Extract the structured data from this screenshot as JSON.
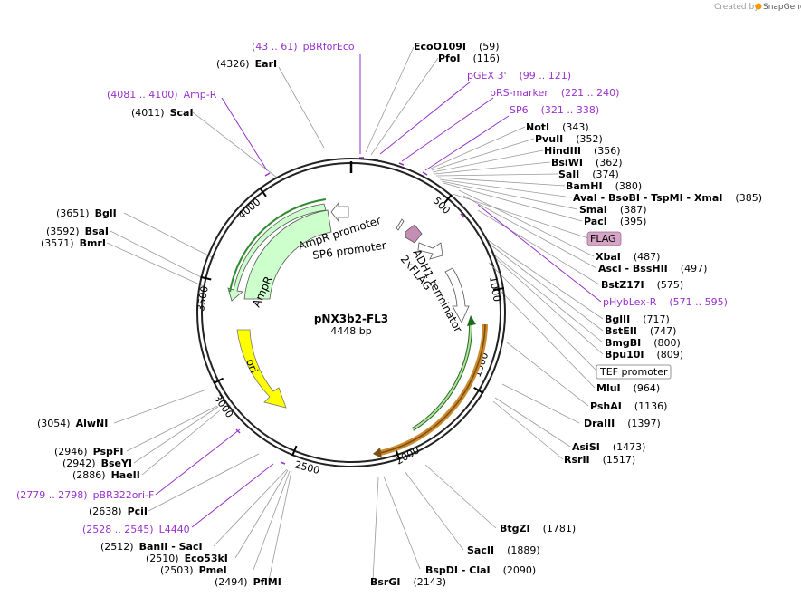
{
  "credit": {
    "prefix": "Created by",
    "brand": "SnapGene"
  },
  "plasmid": {
    "name": "pNX3b2-FL3",
    "size": "4448 bp",
    "total": 4448
  },
  "ticks": [
    "500",
    "1000",
    "1500",
    "2000",
    "2500",
    "3000",
    "3500",
    "4000"
  ],
  "enzymes": [
    {
      "name": "EarI",
      "pos": "(4326)"
    },
    {
      "name": "EcoO109I",
      "pos": "(59)"
    },
    {
      "name": "PfoI",
      "pos": "(116)"
    },
    {
      "name": "ScaI",
      "pos": "(4011)"
    },
    {
      "name": "NotI",
      "pos": "(343)"
    },
    {
      "name": "PvuII",
      "pos": "(352)"
    },
    {
      "name": "HindIII",
      "pos": "(356)"
    },
    {
      "name": "BsiWI",
      "pos": "(362)"
    },
    {
      "name": "SalI",
      "pos": "(374)"
    },
    {
      "name": "BamHI",
      "pos": "(380)"
    },
    {
      "name": "AvaI - BsoBI - TspMI - XmaI",
      "pos": "(385)"
    },
    {
      "name": "SmaI",
      "pos": "(387)"
    },
    {
      "name": "PacI",
      "pos": "(395)"
    },
    {
      "name": "BglI",
      "pos": "(3651)"
    },
    {
      "name": "BsaI",
      "pos": "(3592)"
    },
    {
      "name": "BmrI",
      "pos": "(3571)"
    },
    {
      "name": "XbaI",
      "pos": "(487)"
    },
    {
      "name": "AscI - BssHII",
      "pos": "(497)"
    },
    {
      "name": "BstZ17I",
      "pos": "(575)"
    },
    {
      "name": "BglII",
      "pos": "(717)"
    },
    {
      "name": "BstEII",
      "pos": "(747)"
    },
    {
      "name": "BmgBI",
      "pos": "(800)"
    },
    {
      "name": "Bpu10I",
      "pos": "(809)"
    },
    {
      "name": "MluI",
      "pos": "(964)"
    },
    {
      "name": "PshAI",
      "pos": "(1136)"
    },
    {
      "name": "DraIII",
      "pos": "(1397)"
    },
    {
      "name": "AlwNI",
      "pos": "(3054)"
    },
    {
      "name": "AsiSI",
      "pos": "(1473)"
    },
    {
      "name": "RsrII",
      "pos": "(1517)"
    },
    {
      "name": "PspFI",
      "pos": "(2946)"
    },
    {
      "name": "BseYI",
      "pos": "(2942)"
    },
    {
      "name": "HaeII",
      "pos": "(2886)"
    },
    {
      "name": "PciI",
      "pos": "(2638)"
    },
    {
      "name": "BtgZI",
      "pos": "(1781)"
    },
    {
      "name": "SacII",
      "pos": "(1889)"
    },
    {
      "name": "BanII - SacI",
      "pos": "(2512)"
    },
    {
      "name": "Eco53kI",
      "pos": "(2510)"
    },
    {
      "name": "PmeI",
      "pos": "(2503)"
    },
    {
      "name": "PflMI",
      "pos": "(2494)"
    },
    {
      "name": "BsrGI",
      "pos": "(2143)"
    },
    {
      "name": "BspDI - ClaI",
      "pos": "(2090)"
    }
  ],
  "primers": [
    {
      "name": "pBRforEco",
      "range": "(43 .. 61)"
    },
    {
      "name": "pGEX 3'",
      "range": "(99 .. 121)"
    },
    {
      "name": "pRS-marker",
      "range": "(221 .. 240)"
    },
    {
      "name": "SP6",
      "range": "(321 .. 338)"
    },
    {
      "name": "Amp-R",
      "range": "(4081 .. 4100)"
    },
    {
      "name": "pHybLex-R",
      "range": "(571 .. 595)"
    },
    {
      "name": "pBR322ori-F",
      "range": "(2779 .. 2798)"
    },
    {
      "name": "L4440",
      "range": "(2528 .. 2545)"
    }
  ],
  "boxed_features": [
    {
      "name": "FLAG"
    },
    {
      "name": "TEF promoter"
    }
  ],
  "features": [
    {
      "name": "AmpR promoter"
    },
    {
      "name": "SP6 promoter"
    },
    {
      "name": "AmpR"
    },
    {
      "name": "ori"
    },
    {
      "name": "ADH1 terminator"
    },
    {
      "name": "2xFLAG"
    }
  ],
  "colors": {
    "ampr": "#ccffcc",
    "ori": "#ffff00",
    "promoter": "#ffffff",
    "flag": "#d4a5c4",
    "orange_arc": "#cc8a2e",
    "green_arc": "#6ab04c",
    "primer": "#9932cc"
  }
}
